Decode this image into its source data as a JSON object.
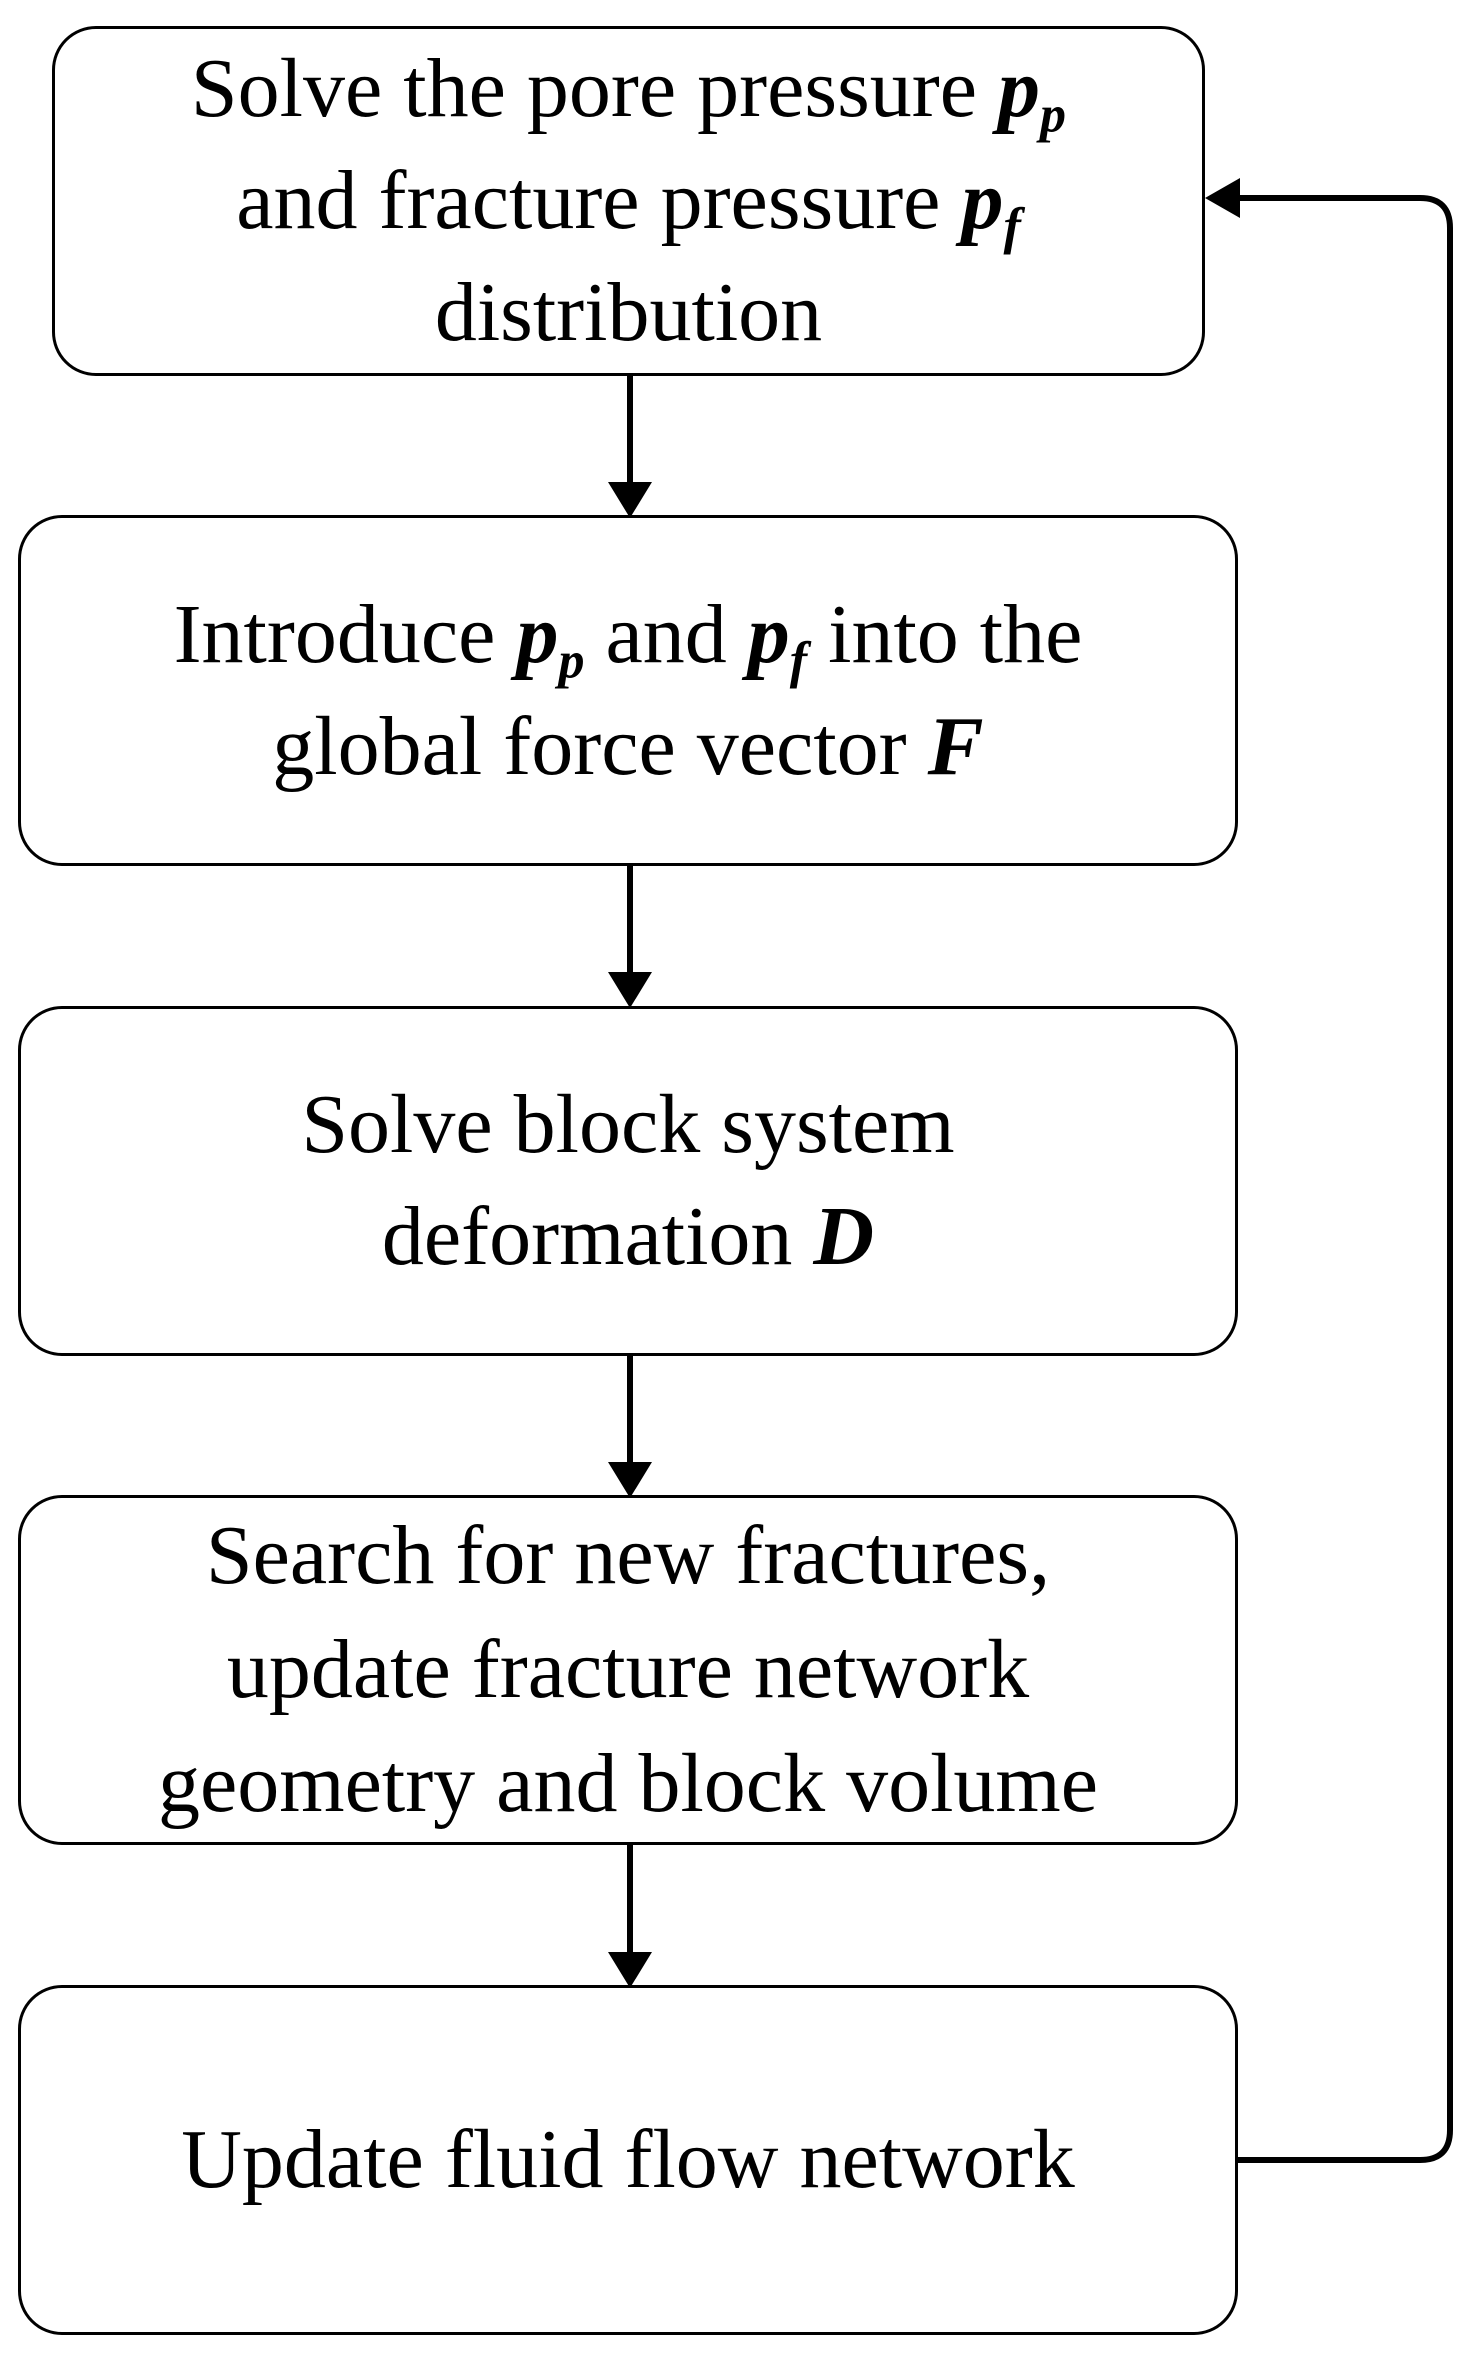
{
  "diagram": {
    "steps": [
      {
        "id": "step-solve-pressure",
        "lines": [
          [
            {
              "t": "Solve the pore pressure "
            },
            {
              "v": "p",
              "sub": "p"
            }
          ],
          [
            {
              "t": "and fracture pressure "
            },
            {
              "v": "p",
              "sub": "f"
            }
          ],
          [
            {
              "t": "distribution"
            }
          ]
        ]
      },
      {
        "id": "step-introduce-force",
        "lines": [
          [
            {
              "t": "Introduce "
            },
            {
              "v": "p",
              "sub": "p"
            },
            {
              "t": " and "
            },
            {
              "v": "p",
              "sub": "f"
            },
            {
              "t": " into the"
            }
          ],
          [
            {
              "t": "global force vector "
            },
            {
              "v": "F"
            }
          ]
        ]
      },
      {
        "id": "step-solve-deformation",
        "lines": [
          [
            {
              "t": "Solve block system"
            }
          ],
          [
            {
              "t": "deformation "
            },
            {
              "v": "D"
            }
          ]
        ]
      },
      {
        "id": "step-search-fractures",
        "lines": [
          [
            {
              "t": "Search for new fractures,"
            }
          ],
          [
            {
              "t": "update fracture network"
            }
          ],
          [
            {
              "t": "geometry and block volume"
            }
          ]
        ]
      },
      {
        "id": "step-update-flow",
        "lines": [
          [
            {
              "t": "Update fluid flow network"
            }
          ]
        ]
      }
    ],
    "connectors": [
      {
        "from": 0,
        "to": 1
      },
      {
        "from": 1,
        "to": 2
      },
      {
        "from": 2,
        "to": 3
      },
      {
        "from": 3,
        "to": 4
      },
      {
        "from": 4,
        "to": 0,
        "type": "feedback-loop"
      }
    ]
  },
  "colors": {
    "stroke": "#000000",
    "background": "#ffffff"
  }
}
